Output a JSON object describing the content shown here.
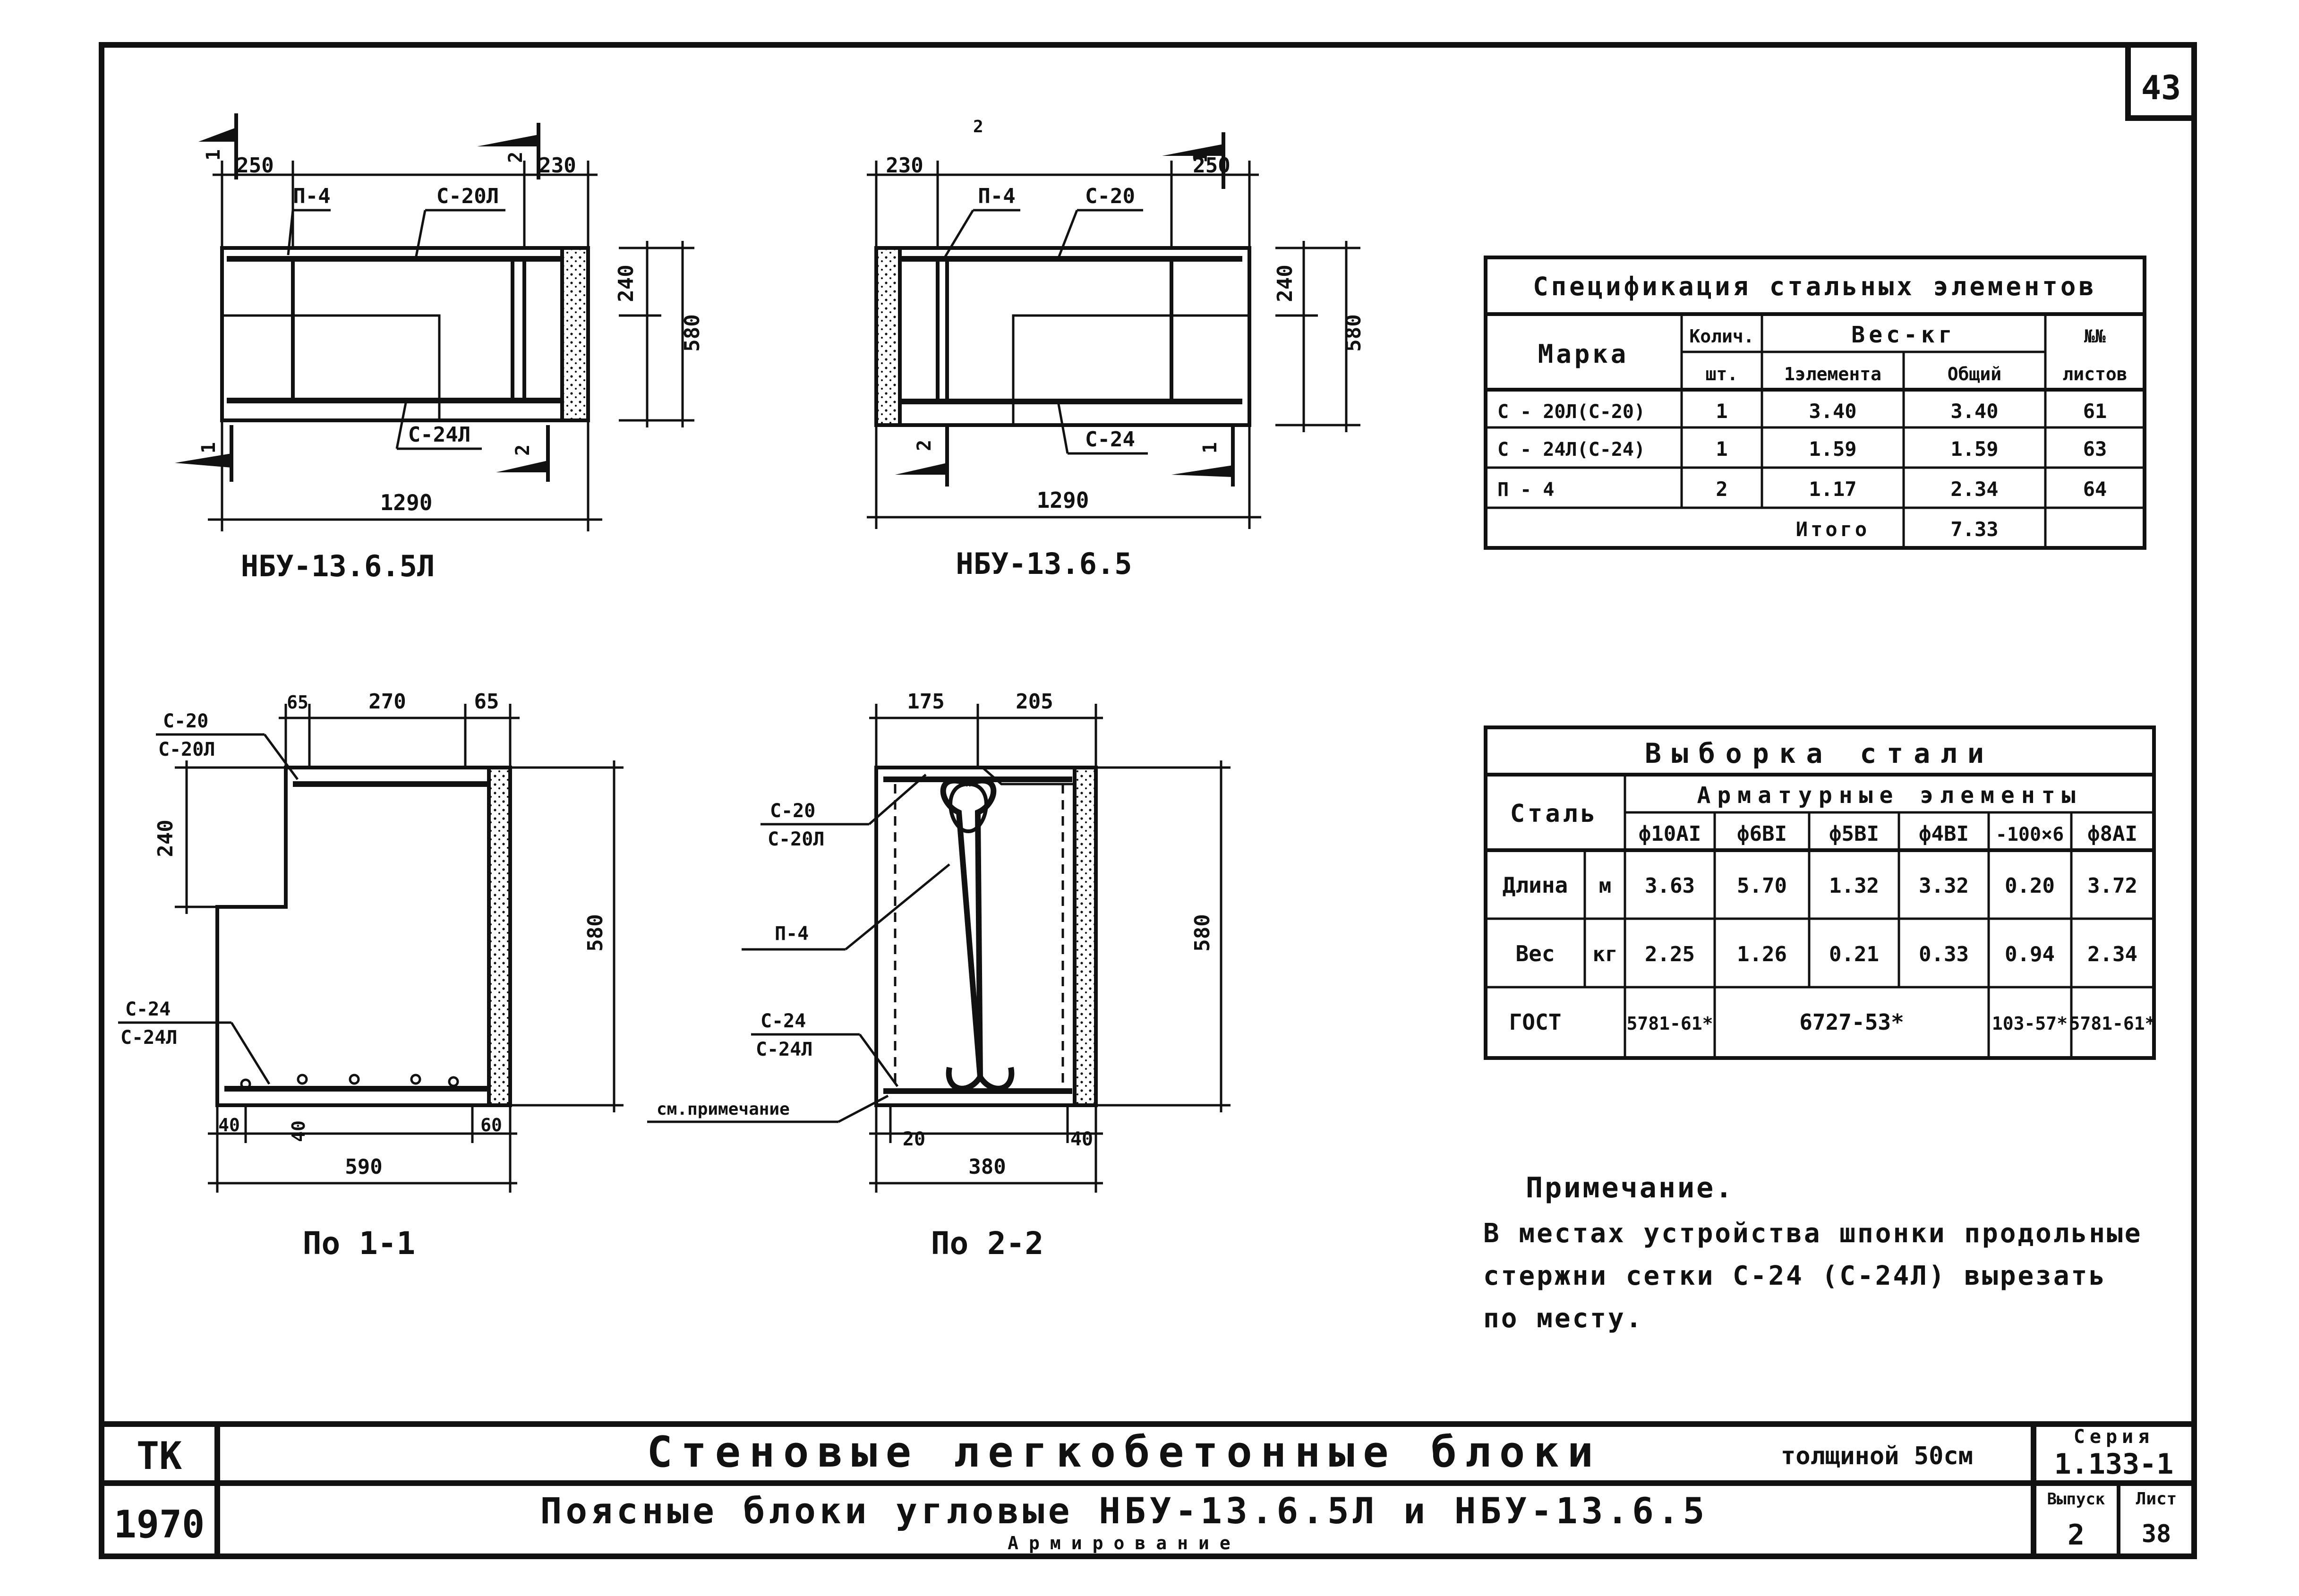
{
  "sheet_number": "43",
  "views": {
    "plan_left": {
      "title": "НБУ-13.6.5Л",
      "dim_top_left": "250",
      "dim_top_right": "230",
      "overall": "1290",
      "h_upper": "240",
      "h_total": "580",
      "lbl_p4": "П-4",
      "lbl_top": "С-20Л",
      "lbl_bottom": "С-24Л",
      "cut1_a": "1",
      "cut1_b": "1",
      "cut2_a": "2",
      "cut2_b": "2"
    },
    "plan_right": {
      "title": "НБУ-13.6.5",
      "dim_top_left": "230",
      "dim_top_right": "250",
      "overall": "1290",
      "h_upper": "240",
      "h_total": "580",
      "lbl_p4": "П-4",
      "lbl_top": "С-20",
      "lbl_bottom": "С-24",
      "cut1_a": "1",
      "cut1_b": "1",
      "cut2_a": "2",
      "cut2_b": "2"
    },
    "section_1": {
      "title": "По 1-1",
      "d1": "65",
      "d2": "270",
      "d3": "65",
      "h_upper": "240",
      "h_total": "580",
      "lbl_top_a": "С-20",
      "lbl_top_b": "С-20Л",
      "lbl_bot_a": "С-24",
      "lbl_bot_b": "С-24Л",
      "b1": "40",
      "b2": "40",
      "b3": "60",
      "width": "590"
    },
    "section_2": {
      "title": "По 2-2",
      "d1": "175",
      "d2": "205",
      "h_total": "580",
      "lbl_top_a": "С-20",
      "lbl_top_b": "С-20Л",
      "lbl_p4": "П-4",
      "lbl_bot_a": "С-24",
      "lbl_bot_b": "С-24Л",
      "lbl_note": "см.примечание",
      "b1": "20",
      "b2": "40",
      "width": "380"
    }
  },
  "spec_table": {
    "title": "Спецификация стальных элементов",
    "h_mark": "Марка",
    "h_qty": "Колич.",
    "h_qty_unit": "шт.",
    "h_weight": "Вес-кг",
    "h_weight_one": "1элемента",
    "h_weight_total": "Общий",
    "h_sheets": "№№",
    "h_sheets2": "листов",
    "rows": [
      {
        "mark": "С - 20Л(С-20)",
        "qty": "1",
        "one": "3.40",
        "total": "3.40",
        "sheet": "61"
      },
      {
        "mark": "С - 24Л(С-24)",
        "qty": "1",
        "one": "1.59",
        "total": "1.59",
        "sheet": "63"
      },
      {
        "mark": "П - 4",
        "qty": "2",
        "one": "1.17",
        "total": "2.34",
        "sheet": "64"
      }
    ],
    "total_label": "Итого",
    "total_value": "7.33"
  },
  "steel_table": {
    "title": "Выборка стали",
    "h_steel": "Сталь",
    "h_group": "Арматурные элементы",
    "columns": [
      "ф10АI",
      "ф6ВI",
      "ф5ВI",
      "ф4ВI",
      "-100×6",
      "ф8АI"
    ],
    "length_label": "Длина",
    "length_unit": "м",
    "length": [
      "3.63",
      "5.70",
      "1.32",
      "3.32",
      "0.20",
      "3.72"
    ],
    "weight_label": "Вес",
    "weight_unit": "кг",
    "weight": [
      "2.25",
      "1.26",
      "0.21",
      "0.33",
      "0.94",
      "2.34"
    ],
    "gost_label": "ГОСТ",
    "gost": [
      "5781-61*",
      "6727-53*",
      "103-57*",
      "5781-61*"
    ]
  },
  "note": {
    "title": "Примечание.",
    "line1": "В местах устройства шпонки продольные",
    "line2": "стержни сетки С-24  (С-24Л) вырезать",
    "line3": "по месту."
  },
  "title_block": {
    "org": "ТК",
    "year": "1970",
    "title": "Стеновые легкобетонные блоки",
    "thickness": "толщиной 50см",
    "subtitle": "Поясные блоки угловые НБУ-13.6.5Л и НБУ-13.6.5",
    "subtitle2": "Армирование",
    "series_label": "Серия",
    "series": "1.133-1",
    "issue_label": "Выпуск",
    "issue": "2",
    "sheet_label": "Лист",
    "sheet": "38"
  }
}
